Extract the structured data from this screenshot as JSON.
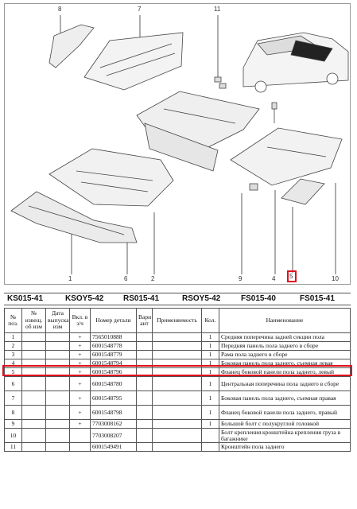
{
  "callouts": {
    "c8": "8",
    "c7": "7",
    "c11": "11",
    "c1": "1",
    "c6": "6",
    "c2": "2",
    "c9": "9",
    "c4": "4",
    "c5": "5",
    "c10": "10"
  },
  "variant_codes": [
    "KS015-41",
    "KSOY5-42",
    "RS015-41",
    "RSOY5-42",
    "FS015-40",
    "FS015-41"
  ],
  "table": {
    "headers": {
      "no": "№ поз.",
      "changes": "№ извещ. об изм",
      "date": "Дата выпуска изм",
      "incl": "Вкл. в з/ч",
      "part_number": "Номер детали",
      "variant": "Вари ант",
      "applicability": "Применяемость",
      "qty": "Кол.",
      "name": "Наименование"
    },
    "rows": [
      {
        "no": "1",
        "incl": "+",
        "part": "7565010888",
        "qty": "1",
        "name": "Средняя поперечина задней секции пола"
      },
      {
        "no": "2",
        "incl": "+",
        "part": "6001548778",
        "qty": "1",
        "name": "Передняя панель пола заднего в сборе"
      },
      {
        "no": "3",
        "incl": "+",
        "part": "6001548779",
        "qty": "1",
        "name": "Рама пола заднего в сборе"
      },
      {
        "no": "4",
        "incl": "+",
        "part": "6001548794",
        "qty": "1",
        "name": "Боковая панель пола заднего, съемная левая"
      },
      {
        "no": "5",
        "incl": "+",
        "part": "6001548796",
        "qty": "1",
        "name": "Фланец боковой панели пола заднего, левый"
      },
      {
        "no": "6",
        "incl": "+",
        "part": "6001548780",
        "qty": "1",
        "name": "Центральная поперечина пола заднего в сборе"
      },
      {
        "no": "7",
        "incl": "+",
        "part": "6001548795",
        "qty": "1",
        "name": "Боковая панель пола заднего, съемная правая"
      },
      {
        "no": "8",
        "incl": "+",
        "part": "6001548798",
        "qty": "1",
        "name": "Фланец боковой панели пола заднего, правый"
      },
      {
        "no": "9",
        "incl": "+",
        "part": "7703008162",
        "qty": "1",
        "name": "Большой болт с полукруглой головкой"
      },
      {
        "no": "10",
        "incl": "",
        "part": "7703008207",
        "qty": "",
        "name": "Болт крепления кронштейна крепления груза в багажнике"
      },
      {
        "no": "11",
        "incl": "",
        "part": "6001549491",
        "qty": "",
        "name": "Кронштейн пола заднего"
      }
    ]
  },
  "colors": {
    "highlight": "#e0101b",
    "line": "#555555"
  }
}
